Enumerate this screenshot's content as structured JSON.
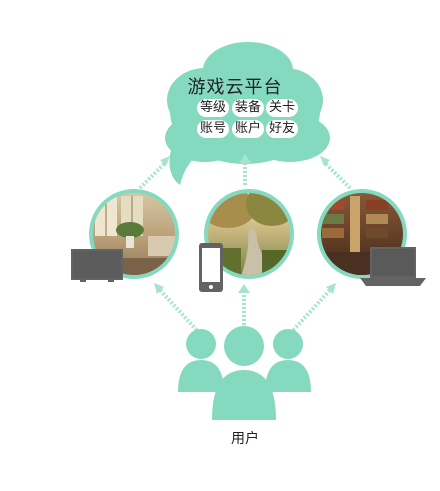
{
  "cloud": {
    "title": "游戏云平台",
    "tags": [
      "等级",
      "装备",
      "关卡",
      "账号",
      "账户",
      "好友"
    ]
  },
  "users": {
    "label": "用户"
  },
  "devices": [
    {
      "type": "tv",
      "scene": "living-room"
    },
    {
      "type": "phone",
      "scene": "forest-road"
    },
    {
      "type": "laptop",
      "scene": "library"
    }
  ],
  "colors": {
    "accent": "#84d9bf",
    "dots": "#a6e3d1",
    "device": "#636363"
  }
}
